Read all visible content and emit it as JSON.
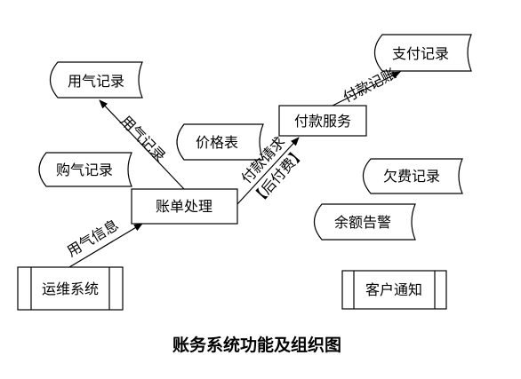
{
  "title": "账务系统功能及组织图",
  "data_stores": {
    "gas_usage_records": "用气记录",
    "gas_purchase_records": "购气记录",
    "price_list": "价格表",
    "payment_records": "支付记录",
    "arrears_records": "欠费记录",
    "balance_alert": "余额告警"
  },
  "processes": {
    "billing": "账单处理",
    "payment_service": "付款服务"
  },
  "external_entities": {
    "operations_system": "运维系统",
    "customer_notification": "客户通知"
  },
  "flows": {
    "gas_usage_info": "用气信息",
    "gas_usage_record": "用气记录",
    "payment_request_line1": "付款请求",
    "payment_request_line2": "【后付费】",
    "payment_bookkeeping": "付款记账"
  }
}
